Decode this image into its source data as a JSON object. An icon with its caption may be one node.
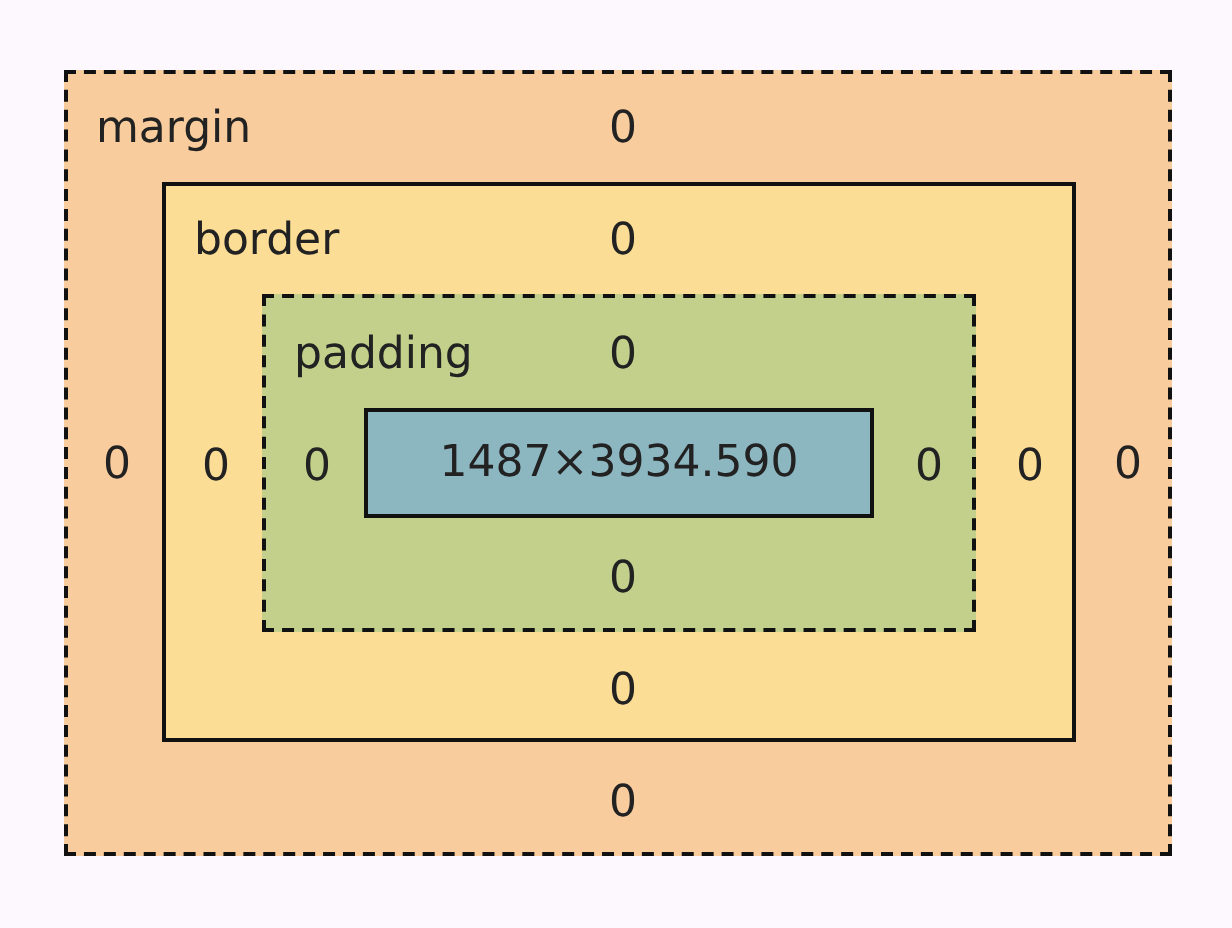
{
  "diagram": {
    "nodes": [
      {
        "text": [
          "margin",
          "0",
          "0",
          "0",
          "0"
        ]
      },
      {
        "text": [
          "border",
          "0",
          "0",
          "0",
          "0"
        ],
        "in": 0
      },
      {
        "text": [
          "padding",
          "0",
          "0",
          "0",
          "0"
        ],
        "in": 1
      },
      {
        "text": [
          "1487×3934.590"
        ],
        "in": 2
      }
    ]
  }
}
